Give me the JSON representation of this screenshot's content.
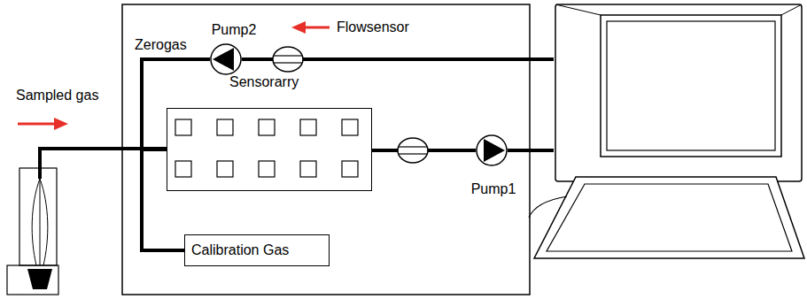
{
  "diagram": {
    "nodes": [
      {
        "text": [
          "Pump2"
        ]
      },
      {
        "text": [
          "Sensorarry"
        ]
      },
      {
        "text": [
          "Pump1"
        ]
      },
      {
        "text": [
          "Calibration Gas"
        ]
      }
    ],
    "edges": [
      {
        "from": 3,
        "to": 1,
        "arrow": "none"
      },
      {
        "from": 3,
        "to": 0,
        "arrow": "none"
      },
      {
        "from": 1,
        "to": 2,
        "arrow": "none"
      }
    ],
    "labels": [
      "Zerogas",
      "Flowsensor",
      "Sampled gas"
    ]
  }
}
